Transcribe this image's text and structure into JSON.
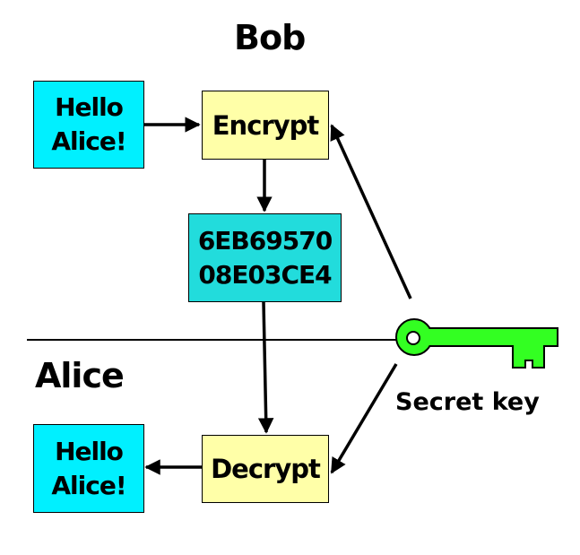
{
  "parties": {
    "top": "Bob",
    "bottom": "Alice"
  },
  "nodes": {
    "plaintext_top": [
      "Hello",
      "Alice!"
    ],
    "encrypt": "Encrypt",
    "ciphertext": [
      "6EB69570",
      "08E03CE4"
    ],
    "decrypt": "Decrypt",
    "plaintext_bottom": [
      "Hello",
      "Alice!"
    ]
  },
  "key": {
    "label": "Secret key",
    "icon": "key-icon"
  },
  "colors": {
    "message_box": "#00f0ff",
    "operation_box": "#ffffa8",
    "cipher_box": "#22dcdc",
    "key": "#33ff22"
  }
}
